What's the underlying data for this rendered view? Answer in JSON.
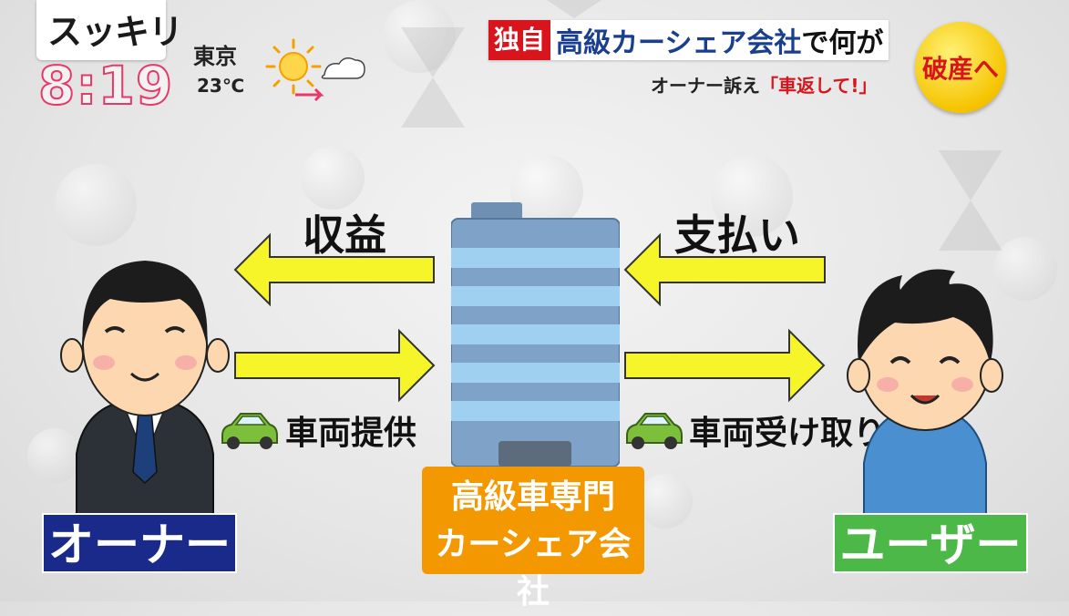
{
  "broadcast": {
    "logo": "スッキリ",
    "time": "8:19",
    "weather": {
      "city": "東京",
      "temperature": "23℃",
      "icon": "sun-to-cloudy-icon"
    }
  },
  "headline": {
    "tag": "独自",
    "main": "高級カーシェア会社",
    "main_tail": "で何が",
    "sub_prefix": "オーナー訴え",
    "sub_quote": "「車返して!」",
    "badge": "破産へ"
  },
  "diagram": {
    "left_top_label": "収益",
    "left_bottom_label": "車両提供",
    "right_top_label": "支払い",
    "right_bottom_label": "車両受け取り",
    "owner_label": "オーナー",
    "user_label": "ユーザー",
    "company_label_line1": "高級車専門",
    "company_label_line2": "カーシェア会社"
  },
  "colors": {
    "arrow_fill": "#f5f52a",
    "owner_box": "#1a2a8a",
    "user_box": "#4cb848",
    "company_box": "#f39800",
    "headline_accent": "#d8141c",
    "headline_text": "#1a3f8f"
  }
}
